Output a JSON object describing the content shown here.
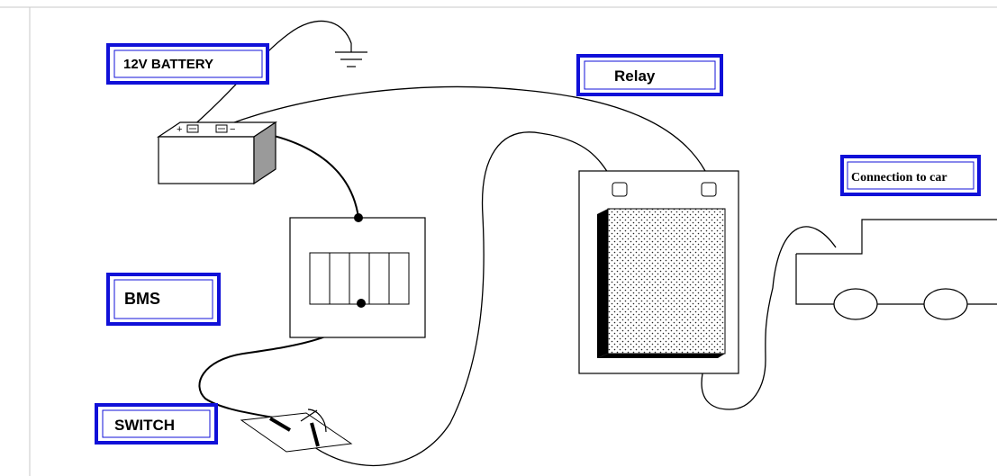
{
  "labels": {
    "battery": "12V BATTERY",
    "relay": "Relay",
    "bms": "BMS",
    "switch": "SWITCH",
    "car": "Connection to car"
  },
  "battery_terminals": {
    "positive": "+",
    "negative": "−"
  },
  "colors": {
    "label_border": "#1010d8",
    "line": "#000000",
    "background": "#ffffff"
  }
}
